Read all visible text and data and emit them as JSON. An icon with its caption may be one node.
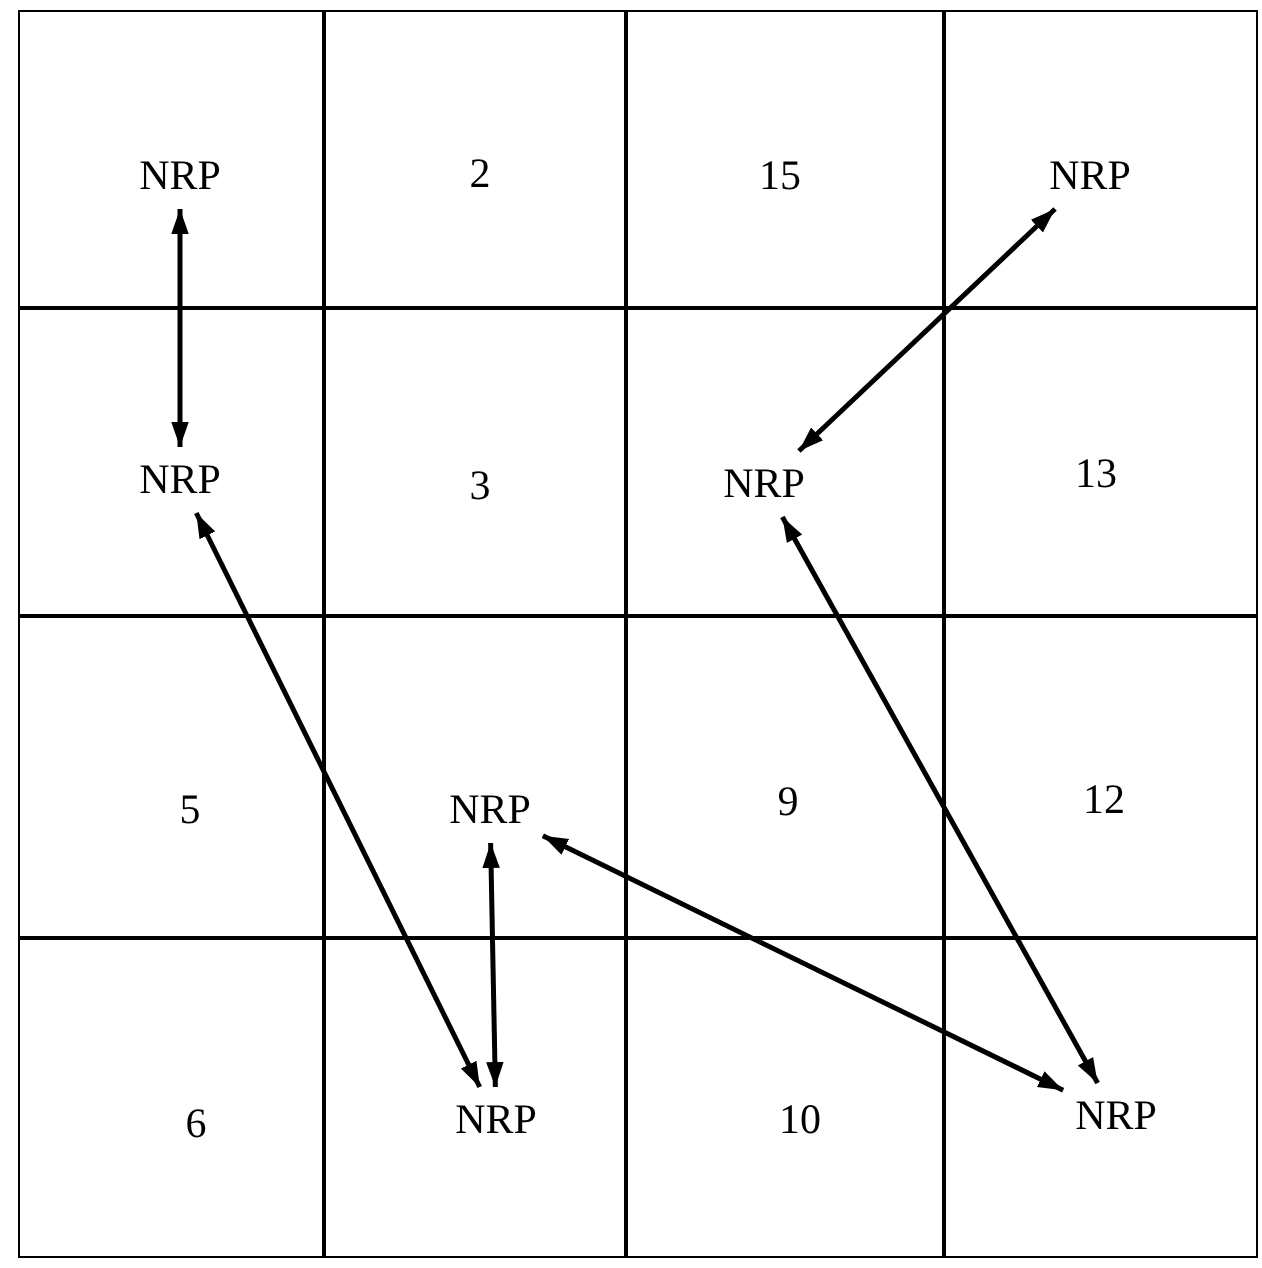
{
  "diagram": {
    "nodes": [
      {
        "text": [
          "NRP"
        ]
      },
      {
        "text": [
          "NRP"
        ]
      },
      {
        "text": [
          "NRP"
        ]
      },
      {
        "text": [
          "NRP"
        ]
      },
      {
        "text": [
          "NRP"
        ]
      },
      {
        "text": [
          "NRP"
        ]
      },
      {
        "text": [
          "NRP"
        ]
      }
    ],
    "edges": [
      {
        "from": 0,
        "to": 2,
        "arrow": "both"
      },
      {
        "from": 1,
        "to": 3,
        "arrow": "both"
      },
      {
        "from": 2,
        "to": 5,
        "arrow": "both"
      },
      {
        "from": 4,
        "to": 5,
        "arrow": "both"
      },
      {
        "from": 4,
        "to": 6,
        "arrow": "both"
      },
      {
        "from": 3,
        "to": 6,
        "arrow": "both"
      }
    ],
    "labels": [
      "2",
      "15",
      "3",
      "13",
      "5",
      "9",
      "12",
      "6",
      "10"
    ]
  }
}
